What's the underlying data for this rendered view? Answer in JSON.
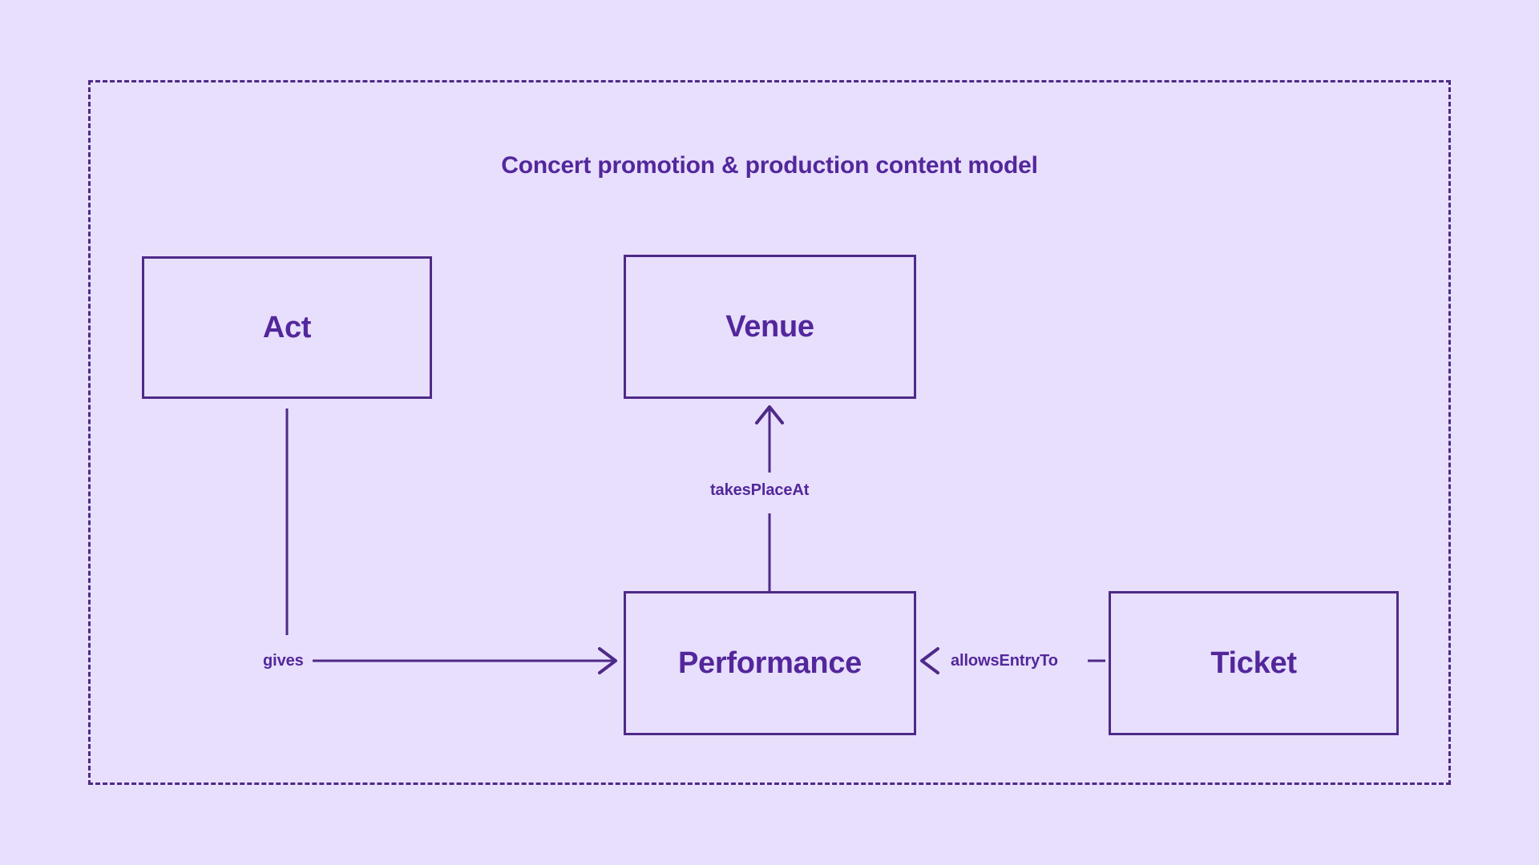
{
  "diagram": {
    "title": "Concert promotion & production content model",
    "boundary_style": "dashed",
    "colors": {
      "background": "#e7dffc",
      "stroke": "#4e2a87",
      "text": "#53279b"
    },
    "entities": [
      {
        "id": "act",
        "label": "Act"
      },
      {
        "id": "venue",
        "label": "Venue"
      },
      {
        "id": "performance",
        "label": "Performance"
      },
      {
        "id": "ticket",
        "label": "Ticket"
      }
    ],
    "relationships": [
      {
        "id": "gives",
        "label": "gives",
        "from": "Act",
        "to": "Performance",
        "direction": "right"
      },
      {
        "id": "takes-place-at",
        "label": "takesPlaceAt",
        "from": "Performance",
        "to": "Venue",
        "direction": "up"
      },
      {
        "id": "allows-entry-to",
        "label": "allowsEntryTo",
        "from": "Ticket",
        "to": "Performance",
        "direction": "left"
      }
    ]
  }
}
